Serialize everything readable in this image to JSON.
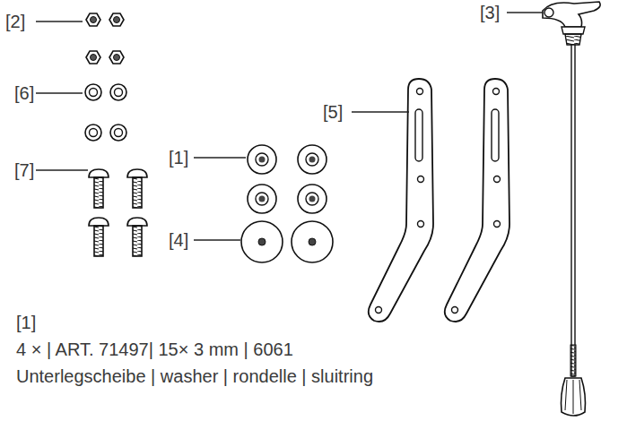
{
  "diagram": {
    "labels": [
      "[2]",
      "[6]",
      "[7]",
      "[1]",
      "[4]",
      "[5]",
      "[3]",
      "[1]",
      "4 × | ART. 71497| 15× 3 mm | 6061",
      "Unterlegscheibe | washer | rondelle | sluitring"
    ]
  }
}
